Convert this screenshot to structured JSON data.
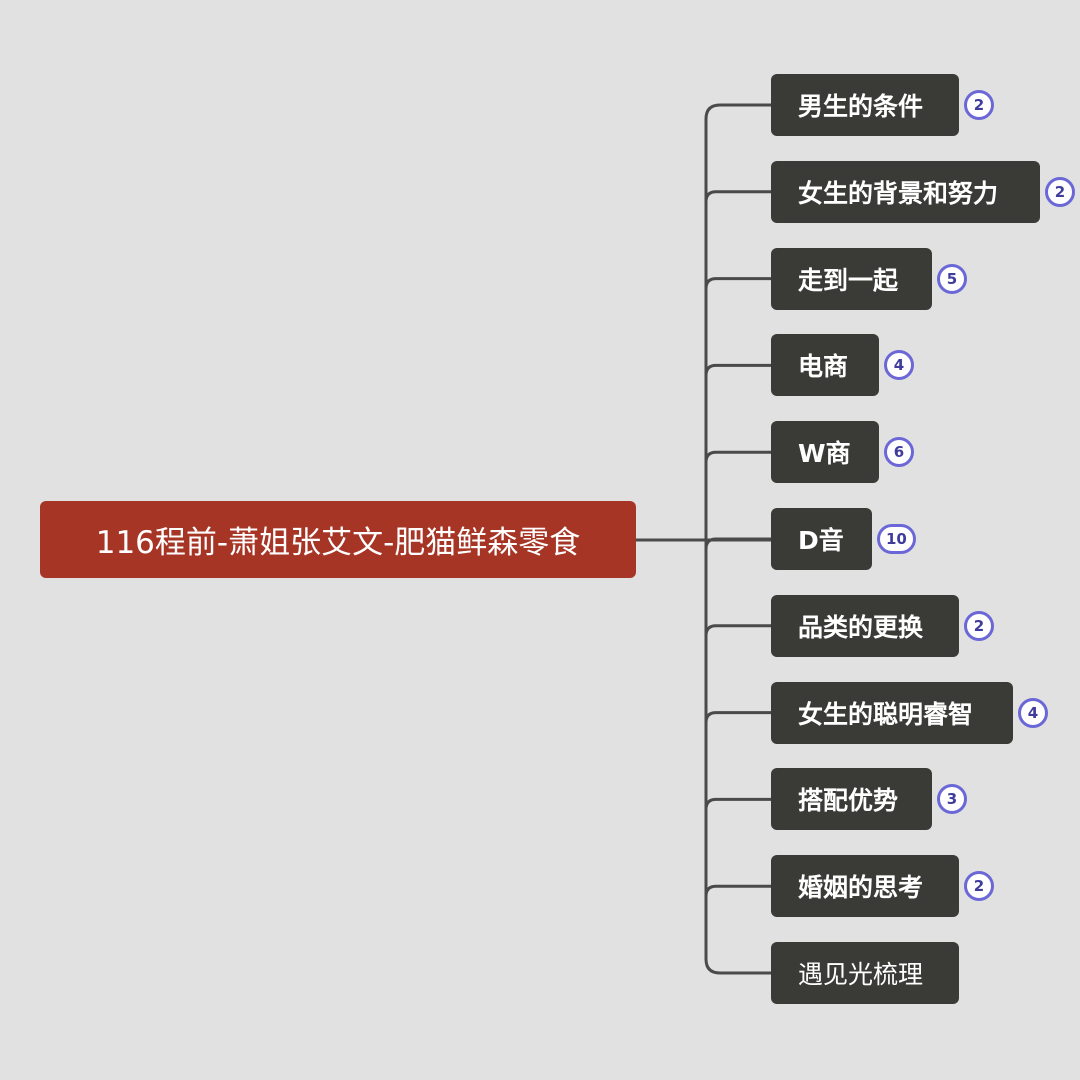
{
  "root": {
    "label": "116程前-萧姐张艾文-肥猫鲜森零食"
  },
  "branches": [
    {
      "label": "男生的条件",
      "count": "2"
    },
    {
      "label": "女生的背景和努力",
      "count": "2"
    },
    {
      "label": "走到一起",
      "count": "5"
    },
    {
      "label": "电商",
      "count": "4"
    },
    {
      "label": "W商",
      "count": "6"
    },
    {
      "label": "D音",
      "count": "10"
    },
    {
      "label": "品类的更换",
      "count": "2"
    },
    {
      "label": "女生的聪明睿智",
      "count": "4"
    },
    {
      "label": "搭配优势",
      "count": "3"
    },
    {
      "label": "婚姻的思考",
      "count": "2"
    },
    {
      "label": "遇见光梳理",
      "count": ""
    }
  ],
  "colors": {
    "background": "#e1e1e1",
    "root_fill": "#a63526",
    "branch_fill": "#3a3a36",
    "connector": "#4a4a4a",
    "badge_border": "#6b67d6"
  }
}
